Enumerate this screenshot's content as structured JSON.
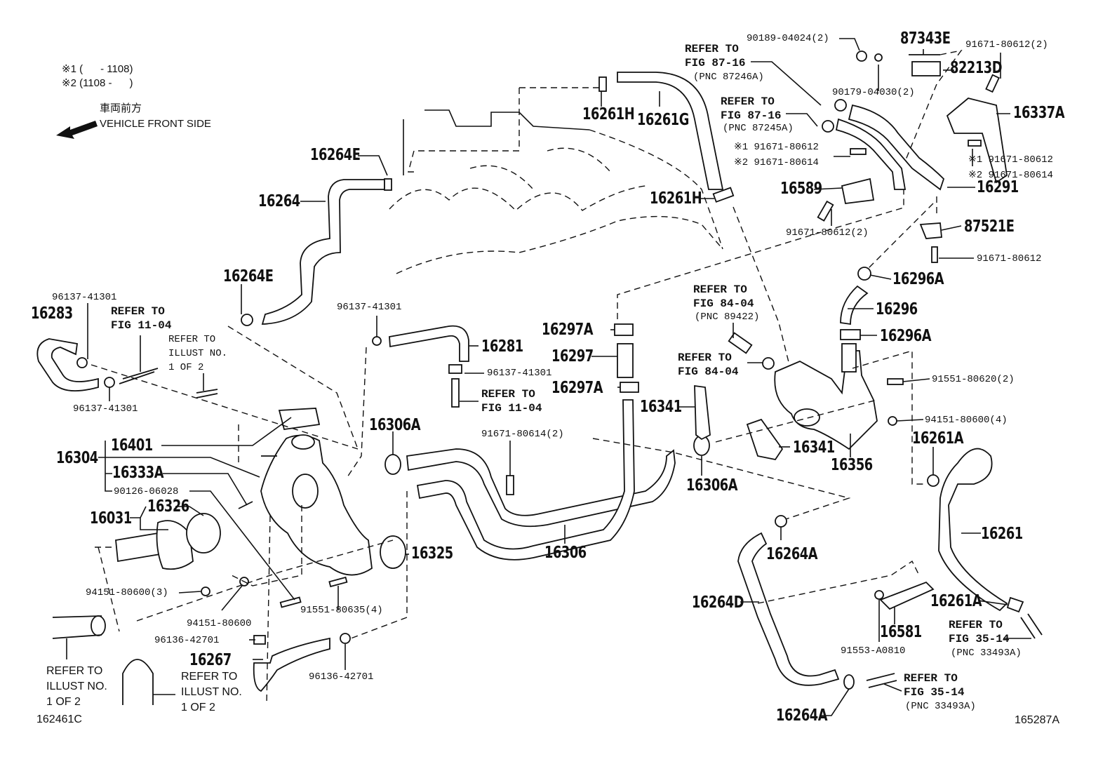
{
  "diagram": {
    "type": "parts-exploded-view",
    "notes": {
      "note1": "※1 (      - 1108)",
      "note2": "※2 (1108 -      )",
      "direction_jp": "車両前方",
      "direction_en": "VEHICLE FRONT SIDE"
    },
    "figure_ids": {
      "left": "162461C",
      "right": "165287A"
    },
    "labels": {
      "p90189": "90189-04024(2)",
      "p87343E": "87343E",
      "p91671_80612_2_top": "91671-80612(2)",
      "ref_87_16_a": "REFER TO\nFIG 87-16",
      "ref_87_16_a_pnc": "(PNC 87246A)",
      "p82213D": "82213D",
      "p90179": "90179-04030(2)",
      "p16337A": "16337A",
      "ref_87_16_b": "REFER TO\nFIG 87-16",
      "ref_87_16_b_pnc": "(PNC 87245A)",
      "p16261H_top": "16261H",
      "p16261G": "16261G",
      "alt_left_1": "※1 91671-80612",
      "alt_left_2": "※2 91671-80614",
      "alt_right_1": "※1 91671-80612",
      "alt_right_2": "※2 91671-80614",
      "p16264E_top": "16264E",
      "p16589": "16589",
      "p16291": "16291",
      "p16264": "16264",
      "p16261H_mid": "16261H",
      "p91671_80612_2_mid": "91671-80612(2)",
      "p87521E": "87521E",
      "p91671_80612_right": "91671-80612",
      "p16264E_mid": "16264E",
      "p16296A_top": "16296A",
      "p96137_a": "96137-41301",
      "p16283": "16283",
      "ref_11_04_a": "REFER TO\nFIG 11-04",
      "p96137_b": "96137-41301",
      "ref_84_04_a": "REFER TO\nFIG 84-04",
      "ref_84_04_a_pnc": "(PNC 89422)",
      "p16296": "16296",
      "ref_illust_a": "REFER TO\nILLUST NO.\n1 OF 2",
      "p16297A_top": "16297A",
      "p16281": "16281",
      "p16296A_bot": "16296A",
      "p96137_c": "96137-41301",
      "p16297": "16297",
      "ref_84_04_b": "REFER TO\nFIG 84-04",
      "p96137_d": "96137-41301",
      "p16297A_bot": "16297A",
      "ref_11_04_b": "REFER TO\nFIG 11-04",
      "p91551_80620": "91551-80620(2)",
      "p16341_top": "16341",
      "p94151_80600_4": "94151-80600(4)",
      "p16306A_top": "16306A",
      "p91671_80614_2": "91671-80614(2)",
      "p16401": "16401",
      "p16304": "16304",
      "p16341_mid": "16341",
      "p16261A_top": "16261A",
      "p16356": "16356",
      "p16333A": "16333A",
      "p16306A_mid": "16306A",
      "p90126": "90126-06028",
      "p16326": "16326",
      "p16031": "16031",
      "p16261": "16261",
      "p16325": "16325",
      "p16306": "16306",
      "p16264A_top": "16264A",
      "p94151_80600_3": "94151-80600(3)",
      "p16264D": "16264D",
      "p16261A_bot": "16261A",
      "p91551_80635": "91551-80635(4)",
      "p94151_80600": "94151-80600",
      "p16581": "16581",
      "ref_35_14_a": "REFER TO\nFIG 35-14",
      "ref_35_14_a_pnc": "(PNC 33493A)",
      "p96136_a": "96136-42701",
      "p91553": "91553-A0810",
      "p16267": "16267",
      "ref_illust_b": "REFER TO\nILLUST NO.\n1 OF 2",
      "ref_illust_c": "REFER TO\nILLUST NO.\n1 OF 2",
      "p96136_b": "96136-42701",
      "ref_35_14_b": "REFER TO\nFIG 35-14",
      "ref_35_14_b_pnc": "(PNC 33493A)",
      "p16264A_bot": "16264A"
    }
  }
}
